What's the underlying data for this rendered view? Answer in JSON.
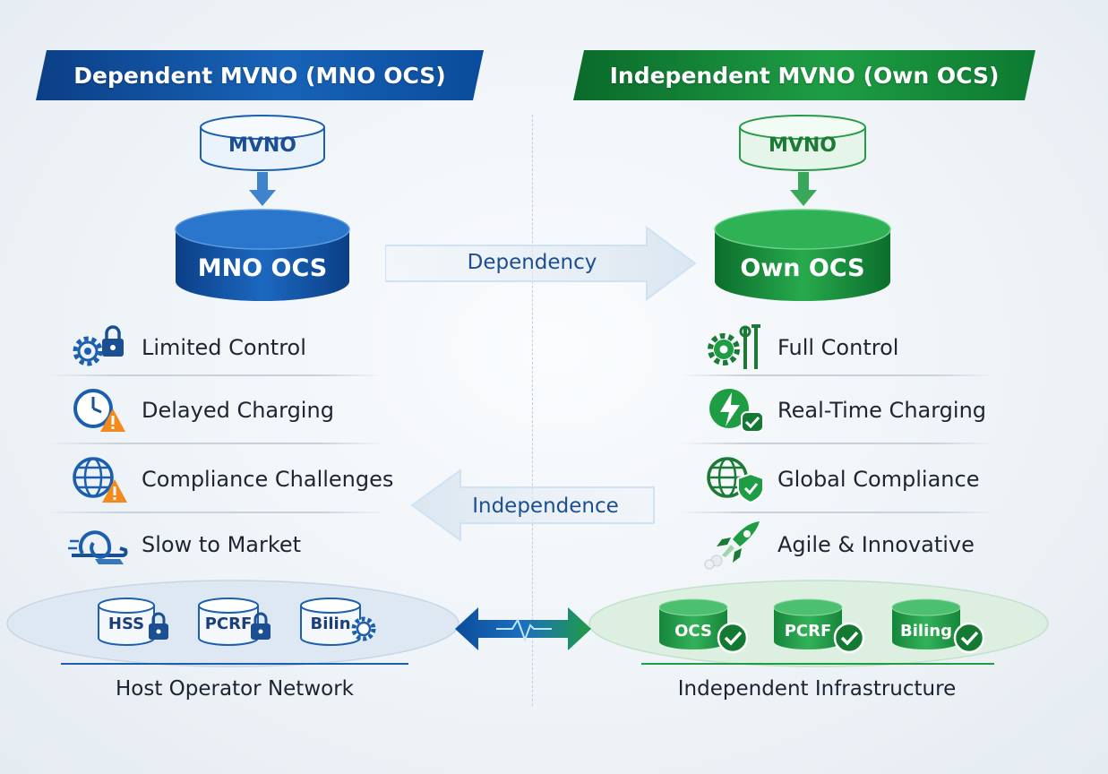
{
  "left": {
    "title": "Dependent MVNO (MNO OCS)",
    "top_node": "MVNO",
    "main_node": "MNO OCS",
    "items": [
      {
        "label": "Limited Control",
        "icon": "gear-lock-icon"
      },
      {
        "label": "Delayed Charging",
        "icon": "clock-warning-icon"
      },
      {
        "label": "Compliance Challenges",
        "icon": "globe-warning-icon"
      },
      {
        "label": "Slow to Market",
        "icon": "snail-icon"
      }
    ],
    "network_nodes": [
      "HSS",
      "PCRF",
      "Bilin"
    ],
    "network_caption": "Host Operator Network"
  },
  "right": {
    "title": "Independent MVNO (Own OCS)",
    "top_node": "MVNO",
    "main_node": "Own OCS",
    "items": [
      {
        "label": "Full Control",
        "icon": "gear-tools-icon"
      },
      {
        "label": "Real-Time Charging",
        "icon": "lightning-check-icon"
      },
      {
        "label": "Global Compliance",
        "icon": "globe-shield-icon"
      },
      {
        "label": "Agile & Innovative",
        "icon": "rocket-icon"
      }
    ],
    "network_nodes": [
      "OCS",
      "PCRF",
      "Biling"
    ],
    "network_caption": "Independent Infrastructure"
  },
  "arrows": {
    "dependency": "Dependency",
    "independence": "Independence"
  },
  "colors": {
    "blue_dark": "#0b3f86",
    "blue": "#1863b8",
    "green_dark": "#0a6a2a",
    "green": "#1e9d44",
    "warning": "#f28a1e"
  }
}
